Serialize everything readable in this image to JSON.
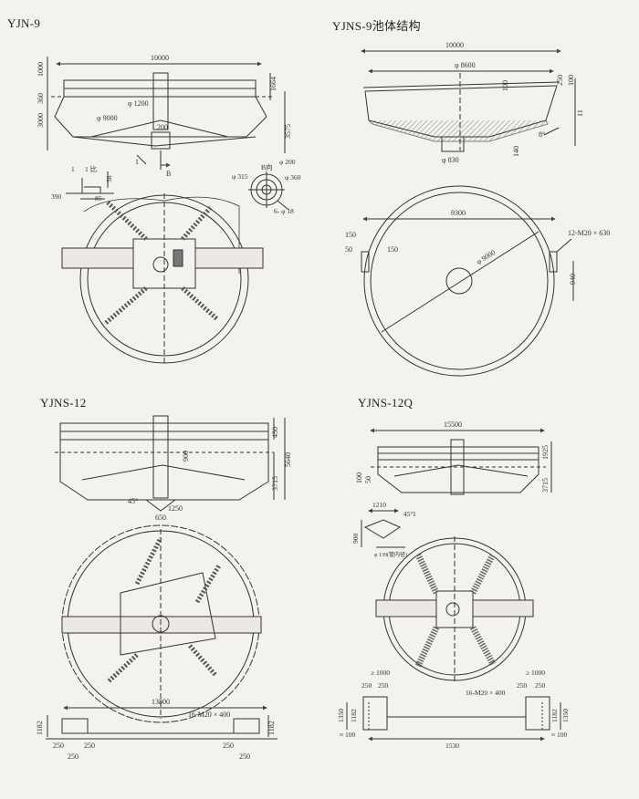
{
  "titles": {
    "yjn9": "YJN-9",
    "yjns9": "YJNS-9池体结构",
    "yjns12": "YJNS-12",
    "yjns12q": "YJNS-12Q"
  },
  "yjn9": {
    "d_10000": "10000",
    "d_1000": "1000",
    "d_360": "360",
    "d_3000": "3000",
    "d_1664": "1664",
    "d_3575": "3575",
    "d_1200": "φ 1200",
    "d_9000": "φ 9000",
    "d_200": "200",
    "d_1": "1",
    "d_B": "B",
    "detail_1": "1",
    "detail_1to": "1 比",
    "detail_390": "390",
    "detail_85": "85",
    "detail_58": "58",
    "bview": "B向",
    "b_315": "φ 315",
    "b_200": "φ 200",
    "b_360": "φ 360",
    "b_618": "6- φ 18"
  },
  "yjns9": {
    "d_10000": "10000",
    "d_8600": "φ 8600",
    "d_100a": "100",
    "d_250": "250",
    "d_100b": "100",
    "d_11": "11",
    "d_140": "140",
    "d_830": "φ 830",
    "d_8deg": "8°",
    "d_9300": "9300",
    "d_150a": "150",
    "d_50": "50",
    "d_150b": "150",
    "d_9000": "φ 9000",
    "d_bolts": "12-M20 × 630",
    "d_940": "940"
  },
  "yjns12": {
    "d_450": "450",
    "d_5640": "5640",
    "d_3715": "3715",
    "d_900": "900",
    "d_45": "45°",
    "d_1250": "1250",
    "d_650": "650",
    "d_13800": "13800",
    "d_bolts": "16-M20 × 400",
    "d_1182a": "1182",
    "d_1182b": "1182",
    "d_250a": "250",
    "d_250b": "250",
    "d_250c": "250",
    "d_250d": "250",
    "d_250e": "250"
  },
  "yjns12q": {
    "d_15500": "15500",
    "d_1925": "1925",
    "d_3715": "3715",
    "d_100": "100",
    "d_50": "50",
    "d_1210": "1210",
    "d_45": "45°",
    "d_900": "900",
    "d_1": "1",
    "d_139": "φ 139(管内径)",
    "d_1000a": "≥ 1000",
    "d_250a": "250",
    "d_250b": "250",
    "d_1000b": "≥ 1000",
    "d_250c": "250",
    "d_250d": "250",
    "d_bolts": "16-M20 × 400",
    "d_1350a": "1350",
    "d_1182a": "1182",
    "d_1182b": "1182",
    "d_1350b": "1350",
    "d_100a": "≈ 100",
    "d_1530": "1530",
    "d_100b": "≈ 100"
  }
}
